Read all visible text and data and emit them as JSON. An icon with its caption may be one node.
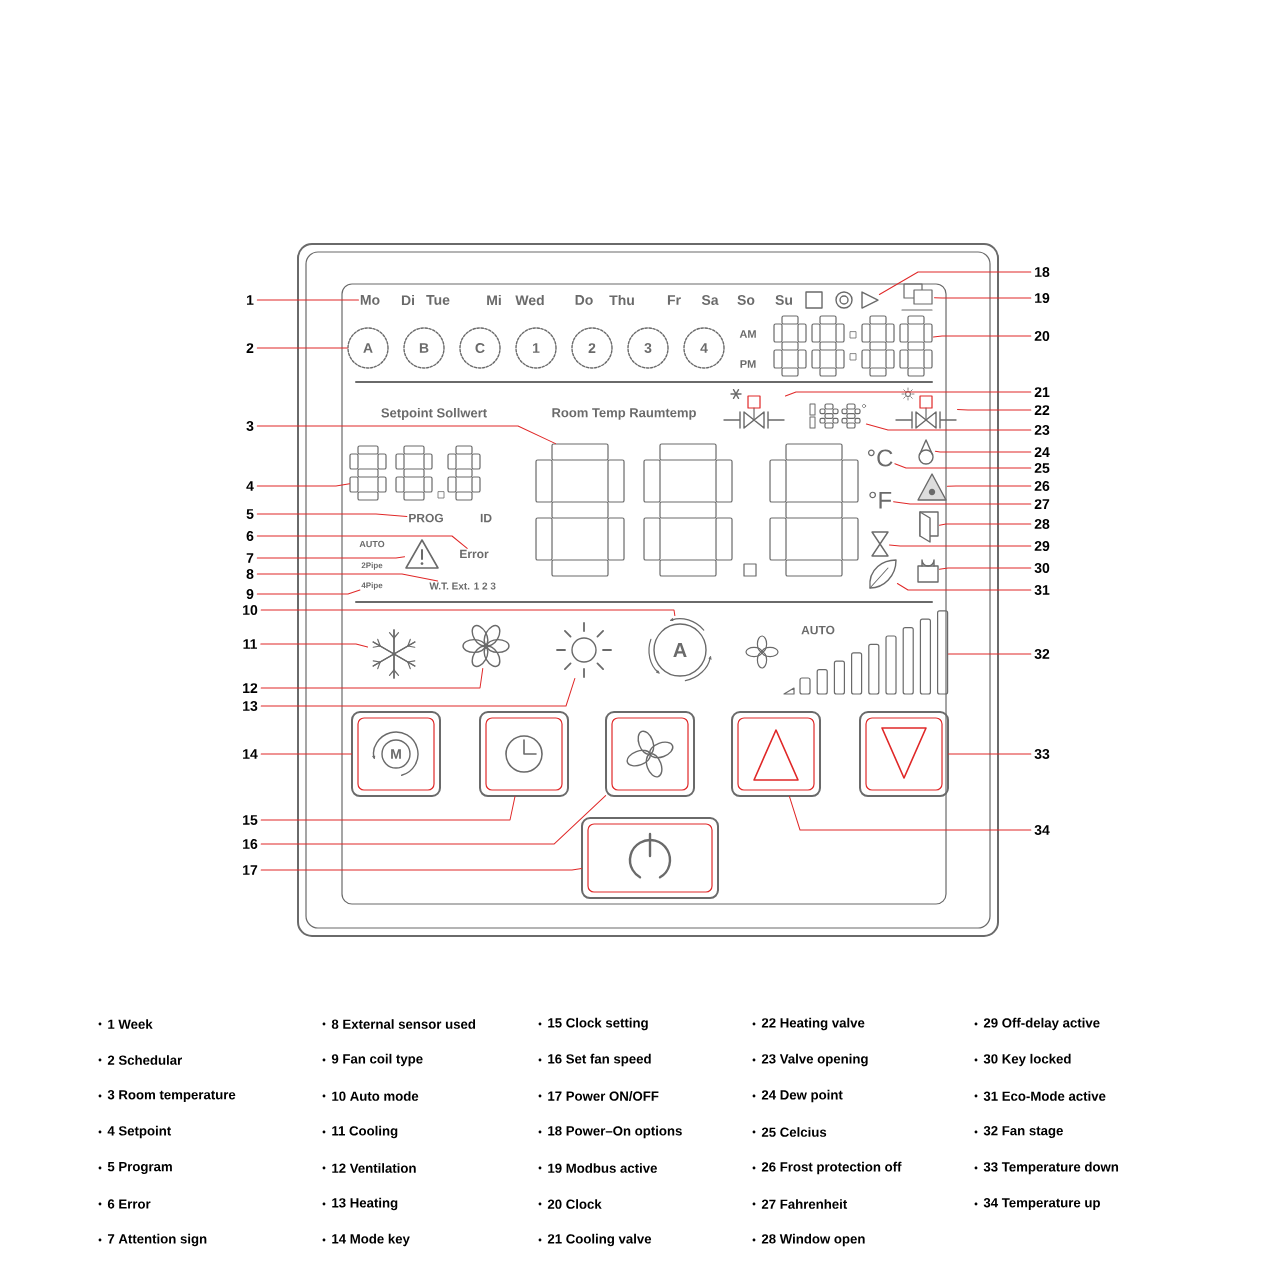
{
  "diagram": {
    "nodes": [
      {
        "text": [
          "1"
        ]
      },
      {
        "text": [
          "2"
        ]
      },
      {
        "text": [
          "3"
        ]
      },
      {
        "text": [
          "4"
        ]
      },
      {
        "text": [
          "5"
        ]
      },
      {
        "text": [
          "6"
        ]
      },
      {
        "text": [
          "7"
        ]
      },
      {
        "text": [
          "8"
        ]
      },
      {
        "text": [
          "9"
        ]
      },
      {
        "text": [
          "10"
        ]
      },
      {
        "text": [
          "11"
        ]
      },
      {
        "text": [
          "12"
        ]
      },
      {
        "text": [
          "13"
        ]
      },
      {
        "text": [
          "14"
        ]
      },
      {
        "text": [
          "15"
        ]
      },
      {
        "text": [
          "16"
        ]
      },
      {
        "text": [
          "17"
        ]
      },
      {
        "text": [
          "18"
        ]
      },
      {
        "text": [
          "19"
        ]
      },
      {
        "text": [
          "20"
        ]
      },
      {
        "text": [
          "21"
        ]
      },
      {
        "text": [
          "22"
        ]
      },
      {
        "text": [
          "23"
        ]
      },
      {
        "text": [
          "24"
        ]
      },
      {
        "text": [
          "25"
        ]
      },
      {
        "text": [
          "26"
        ]
      },
      {
        "text": [
          "27"
        ]
      },
      {
        "text": [
          "28"
        ]
      },
      {
        "text": [
          "29"
        ]
      },
      {
        "text": [
          "30"
        ]
      },
      {
        "text": [
          "31"
        ]
      },
      {
        "text": [
          "32"
        ]
      },
      {
        "text": [
          "33"
        ]
      },
      {
        "text": [
          "34"
        ]
      },
      {
        "text": [
          "Mo"
        ]
      },
      {
        "text": [
          "A"
        ]
      },
      {
        "text": [],
        "shape": "display"
      },
      {
        "text": [],
        "shape": "display"
      },
      {
        "text": [
          "PROG"
        ]
      },
      {
        "text": [
          "Error"
        ]
      },
      {
        "text": [],
        "shape": "triangle"
      },
      {
        "text": [
          "W.T. Ext. 1 2 3"
        ]
      },
      {
        "text": [
          "4Pipe"
        ]
      },
      {
        "text": [
          "A"
        ]
      },
      {
        "text": [],
        "shape": "snowflake"
      },
      {
        "text": [],
        "shape": "fan"
      },
      {
        "text": [],
        "shape": "sun"
      },
      {
        "text": [
          "M"
        ]
      },
      {
        "text": [],
        "shape": "button"
      },
      {
        "text": [],
        "shape": "button"
      },
      {
        "text": [],
        "shape": "button"
      },
      {
        "text": [],
        "shape": "triangle"
      },
      {
        "text": [],
        "shape": "computer"
      },
      {
        "text": [],
        "shape": "display"
      },
      {
        "text": [],
        "shape": "valve"
      },
      {
        "text": [],
        "shape": "valve"
      },
      {
        "text": [],
        "shape": "display"
      },
      {
        "text": [],
        "shape": "drop"
      },
      {
        "text": [
          "°C"
        ]
      },
      {
        "text": [],
        "shape": "triangle"
      },
      {
        "text": [
          "°F"
        ]
      },
      {
        "text": [],
        "shape": "door"
      },
      {
        "text": [],
        "shape": "hourglass"
      },
      {
        "text": [],
        "shape": "lock"
      },
      {
        "text": [],
        "shape": "leaf"
      },
      {
        "text": [],
        "shape": "bar"
      },
      {
        "text": [],
        "shape": "button"
      },
      {
        "text": [],
        "shape": "button"
      },
      {
        "text": [
          "B"
        ]
      },
      {
        "text": [
          "C"
        ]
      },
      {
        "text": [
          "1"
        ]
      },
      {
        "text": [
          "2"
        ]
      },
      {
        "text": [
          "3"
        ]
      },
      {
        "text": [
          "4"
        ]
      }
    ],
    "edges": [
      {
        "from": 0,
        "to": 34,
        "arrow": "none"
      },
      {
        "from": 1,
        "to": 35,
        "arrow": "none"
      },
      {
        "from": 2,
        "to": 36,
        "arrow": "none"
      },
      {
        "from": 3,
        "to": 37,
        "arrow": "none"
      },
      {
        "from": 4,
        "to": 38,
        "arrow": "none"
      },
      {
        "from": 5,
        "to": 39,
        "arrow": "none"
      },
      {
        "from": 6,
        "to": 40,
        "arrow": "none"
      },
      {
        "from": 7,
        "to": 41,
        "arrow": "none"
      },
      {
        "from": 8,
        "to": 42,
        "arrow": "none"
      },
      {
        "from": 9,
        "to": 43,
        "arrow": "none"
      },
      {
        "from": 10,
        "to": 44,
        "arrow": "none"
      },
      {
        "from": 11,
        "to": 45,
        "arrow": "none"
      },
      {
        "from": 12,
        "to": 46,
        "arrow": "none"
      },
      {
        "from": 13,
        "to": 47,
        "arrow": "none"
      },
      {
        "from": 14,
        "to": 48,
        "arrow": "none"
      },
      {
        "from": 15,
        "to": 49,
        "arrow": "none"
      },
      {
        "from": 16,
        "to": 50,
        "arrow": "none"
      },
      {
        "from": 17,
        "to": 51,
        "arrow": "none"
      },
      {
        "from": 18,
        "to": 52,
        "arrow": "none"
      },
      {
        "from": 19,
        "to": 53,
        "arrow": "none"
      },
      {
        "from": 20,
        "to": 54,
        "arrow": "none"
      },
      {
        "from": 21,
        "to": 55,
        "arrow": "none"
      },
      {
        "from": 22,
        "to": 56,
        "arrow": "none"
      },
      {
        "from": 23,
        "to": 57,
        "arrow": "none"
      },
      {
        "from": 24,
        "to": 58,
        "arrow": "none"
      },
      {
        "from": 25,
        "to": 59,
        "arrow": "none"
      },
      {
        "from": 26,
        "to": 60,
        "arrow": "none"
      },
      {
        "from": 27,
        "to": 61,
        "arrow": "none"
      },
      {
        "from": 28,
        "to": 62,
        "arrow": "none"
      },
      {
        "from": 29,
        "to": 63,
        "arrow": "none"
      },
      {
        "from": 30,
        "to": 64,
        "arrow": "none"
      },
      {
        "from": 31,
        "to": 65,
        "arrow": "none"
      },
      {
        "from": 32,
        "to": 66,
        "arrow": "none"
      },
      {
        "from": 33,
        "to": 67,
        "arrow": "none"
      }
    ],
    "labels": [
      "Di",
      "Tue",
      "Mi",
      "Wed",
      "Do",
      "Thu",
      "Fr",
      "Sa",
      "So",
      "Su",
      "AM",
      "PM",
      "Setpoint Sollwert",
      "Room Temp Raumtemp",
      "ID",
      "AUTO",
      "2Pipe",
      "AUTO",
      "1 Week",
      "8 External sensor used",
      "15 Clock setting",
      "22 Heating valve",
      "29 Off-delay active",
      "2 Schedular",
      "9 Fan coil type",
      "16 Set fan speed",
      "23 Valve opening",
      "30 Key locked",
      "3 Room temperature",
      "10 Auto mode",
      "17 Power ON/OFF",
      "24 Dew point",
      "31 Eco-Mode active",
      "4 Setpoint",
      "11 Cooling",
      "18 Power–On options",
      "25 Celcius",
      "32 Fan stage",
      "5 Program",
      "12 Ventilation",
      "19 Modbus active",
      "26 Frost protection off",
      "33 Temperature down",
      "6 Error",
      "13 Heating",
      "20 Clock",
      "27 Fahrenheit",
      "34 Temperature up",
      "7 Attention sign",
      "14 Mode key",
      "21 Cooling valve",
      "28 Window open"
    ]
  }
}
